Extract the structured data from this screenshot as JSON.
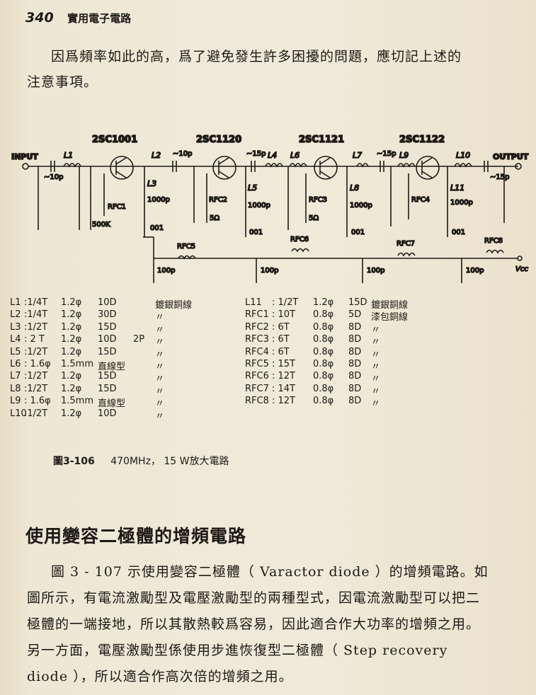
{
  "header": {
    "page_number": "340",
    "book_title": "實用電子電路"
  },
  "paragraph1": {
    "line1": "因爲頻率如此的高，爲了避免發生許多困擾的問題，應切記上述的",
    "line2": "注意事項。"
  },
  "circuit": {
    "transistors": [
      "2SC1001",
      "2SC1120",
      "2SC1121",
      "2SC1122"
    ],
    "input_label": "INPUT",
    "output_label": "OUTPUT",
    "vcc_label": "Vcc",
    "labels": {
      "l1": "L1",
      "l2": "L2",
      "l3": "L3",
      "l4": "L4",
      "l5": "L5",
      "l6": "L6",
      "l7": "L7",
      "l8": "L8",
      "l9": "L9",
      "l10": "L10",
      "l11": "L11",
      "rfc1": "RFC1",
      "rfc2": "RFC2",
      "rfc3": "RFC3",
      "rfc4": "RFC4",
      "rfc5": "RFC5",
      "rfc6": "RFC6",
      "rfc7": "RFC7",
      "rfc8": "RFC8",
      "c10p": "~10p",
      "c15p": "~15p",
      "c1000p": "1000p",
      "c100p": "100p",
      "c001": "001",
      "r500k": "500K",
      "r5": "5Ω"
    }
  },
  "parts_left": [
    {
      "name": "L1",
      "turns": ":1/4T",
      "wire": "1.2φ",
      "dia": "10D",
      "extra": "",
      "note": "鍍銀銅線"
    },
    {
      "name": "L2",
      "turns": ":1/4T",
      "wire": "1.2φ",
      "dia": "30D",
      "extra": "",
      "note": "〃"
    },
    {
      "name": "L3",
      "turns": ":1/2T",
      "wire": "1.2φ",
      "dia": "15D",
      "extra": "",
      "note": "〃"
    },
    {
      "name": "L4",
      "turns": ": 2 T",
      "wire": "1.2φ",
      "dia": "10D",
      "extra": "2P",
      "note": "〃"
    },
    {
      "name": "L5",
      "turns": ":1/2T",
      "wire": "1.2φ",
      "dia": "15D",
      "extra": "",
      "note": "〃"
    },
    {
      "name": "L6",
      "turns": ": 1.6φ",
      "wire": "1.5mm",
      "dia": "直線型",
      "extra": "",
      "note": "〃"
    },
    {
      "name": "L7",
      "turns": ":1/2T",
      "wire": "1.2φ",
      "dia": "15D",
      "extra": "",
      "note": "〃"
    },
    {
      "name": "L8",
      "turns": ":1/2T",
      "wire": "1.2φ",
      "dia": "15D",
      "extra": "",
      "note": "〃"
    },
    {
      "name": "L9",
      "turns": ": 1.6φ",
      "wire": "1.5mm",
      "dia": "直線型",
      "extra": "",
      "note": "〃"
    },
    {
      "name": "L10",
      "turns": ":1/2T",
      "wire": "1.2φ",
      "dia": "10D",
      "extra": "",
      "note": "〃"
    }
  ],
  "parts_right": [
    {
      "name": "L11",
      "turns": ": 1/2T",
      "wire": "1.2φ",
      "dia": "15D",
      "note": "鍍銀銅線"
    },
    {
      "name": "RFC1",
      "turns": ": 10T",
      "wire": "0.8φ",
      "dia": "5D",
      "note": "漆包銅線"
    },
    {
      "name": "RFC2",
      "turns": ": 6T",
      "wire": "0.8φ",
      "dia": "8D",
      "note": "〃"
    },
    {
      "name": "RFC3",
      "turns": ": 6T",
      "wire": "0.8φ",
      "dia": "8D",
      "note": "〃"
    },
    {
      "name": "RFC4",
      "turns": ": 6T",
      "wire": "0.8φ",
      "dia": "8D",
      "note": "〃"
    },
    {
      "name": "RFC5",
      "turns": ": 15T",
      "wire": "0.8φ",
      "dia": "8D",
      "note": "〃"
    },
    {
      "name": "RFC6",
      "turns": ": 12T",
      "wire": "0.8φ",
      "dia": "8D",
      "note": "〃"
    },
    {
      "name": "RFC7",
      "turns": ": 14T",
      "wire": "0.8φ",
      "dia": "8D",
      "note": "〃"
    },
    {
      "name": "RFC8",
      "turns": ": 12T",
      "wire": "0.8φ",
      "dia": "8D",
      "note": "〃"
    }
  ],
  "caption": {
    "figure": "圖3-106",
    "text": "470MHz， 15 W放大電路"
  },
  "section_title": "使用變容二極體的增頻電路",
  "paragraph2": {
    "line1": "圖 3 - 107 示使用變容二極體（ Varactor diode ）的增頻電路。如",
    "line2": "圖所示，有電流激勵型及電壓激勵型的兩種型式，因電流激勵型可以把二",
    "line3": "極體的一端接地，所以其散熱較爲容易，因此適合作大功率的增頻之用。",
    "line4": "另一方面，電壓激勵型係使用步進恢復型二極體（ Step recovery",
    "line5": "diode ），所以適合作高次倍的增頻之用。"
  }
}
